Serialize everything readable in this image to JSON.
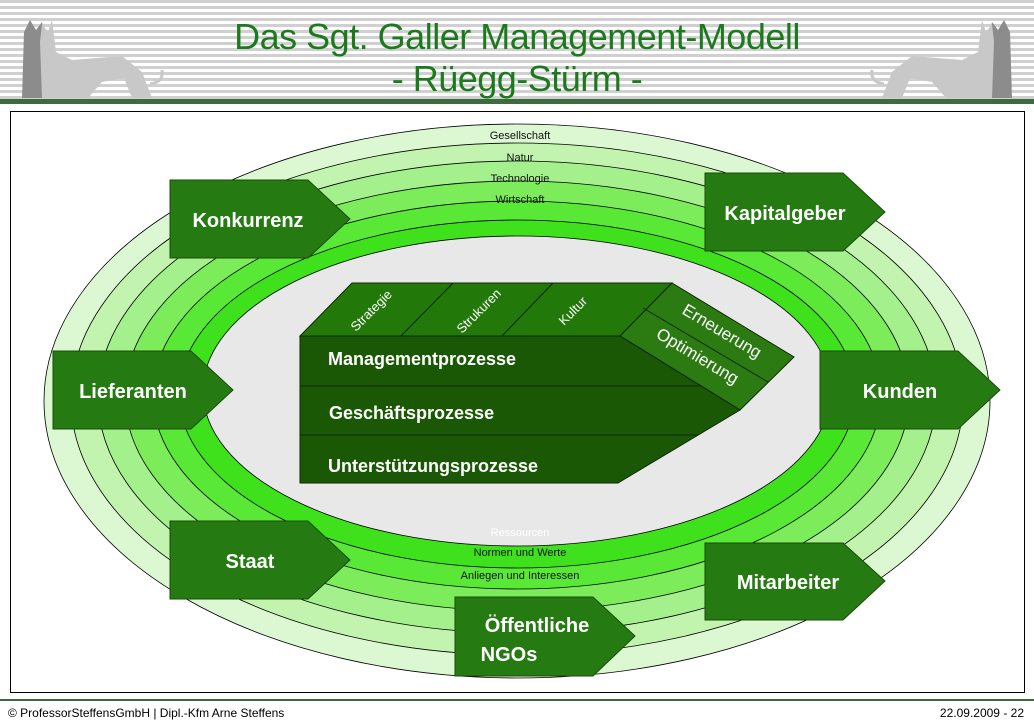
{
  "header": {
    "title_line1": "Das Sgt. Galler Management-Modell",
    "title_line2": "- Rüegg-Stürm -",
    "title_color": "#1b7a1b",
    "decoration_icon": "cats-silhouette"
  },
  "diagram": {
    "rings_outer": [
      "Gesellschaft",
      "Natur",
      "Technologie",
      "Wirtschaft"
    ],
    "rings_inner": [
      "Ressourcen",
      "Normen und Werte",
      "Anliegen und Interessen"
    ],
    "stakeholders": {
      "konkurrenz": "Konkurrenz",
      "kapitalgeber": "Kapitalgeber",
      "lieferanten": "Lieferanten",
      "kunden": "Kunden",
      "staat": "Staat",
      "mitarbeiter": "Mitarbeiter",
      "ngos_line1": "Öffentliche",
      "ngos_line2": "NGOs"
    },
    "ordnungsmomente": [
      "Strategie",
      "Strukuren",
      "Kultur"
    ],
    "entwicklungsmodi": [
      "Erneuerung",
      "Optimierung"
    ],
    "prozesse": [
      "Managementprozesse",
      "Geschäftsprozesse",
      "Unterstützungsprozesse"
    ],
    "colors": {
      "arrow": "#267a12",
      "process_front": "#1a5806",
      "process_top": "#23780a",
      "ring_bright": "#3fe01c",
      "inner": "#e8e8e8"
    }
  },
  "footer": {
    "left": "© ProfessorSteffensGmbH | Dipl.-Kfm Arne Steffens",
    "right": "22.09.2009 - 22"
  }
}
